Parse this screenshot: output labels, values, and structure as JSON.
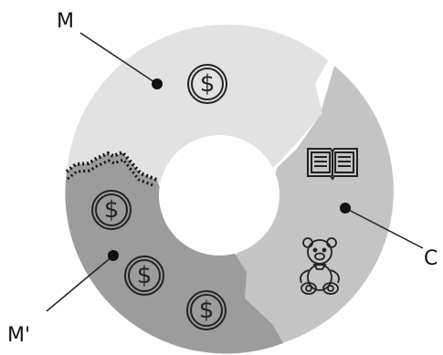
{
  "labels": {
    "m": "M",
    "c": "C",
    "m_prime": "M'"
  },
  "segments": [
    {
      "name": "M",
      "color": "#e2e2e2"
    },
    {
      "name": "C",
      "color": "#c4c4c4"
    },
    {
      "name": "M'",
      "color": "#9c9c9c"
    }
  ],
  "icons": {
    "coin_symbol": "$",
    "coin_icon": "dollar-coin-icon",
    "book_icon": "open-book-icon",
    "bear_icon": "teddy-bear-icon"
  }
}
